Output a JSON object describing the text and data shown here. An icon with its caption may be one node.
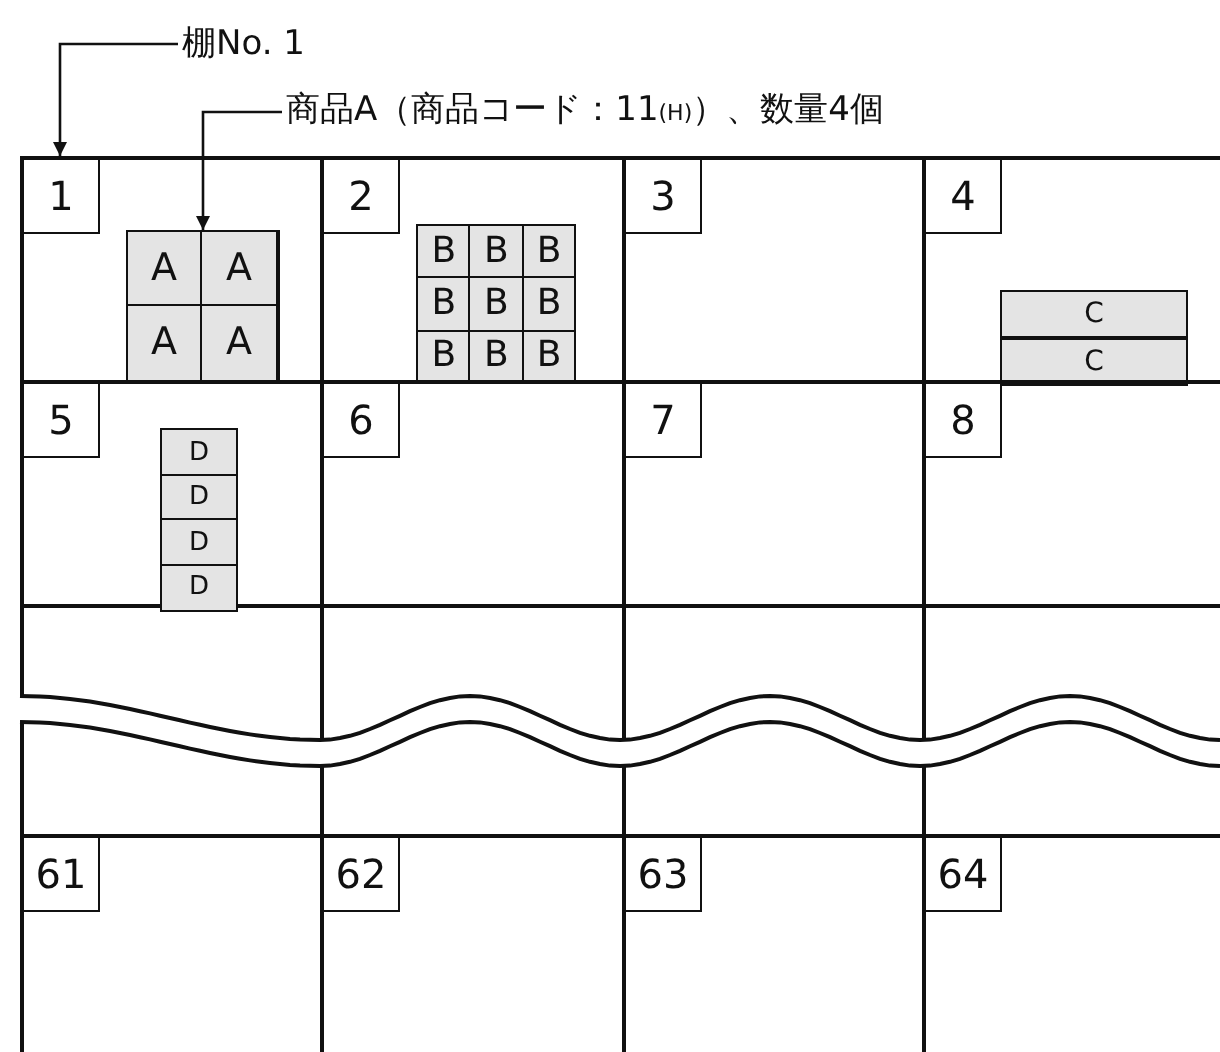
{
  "diagram": {
    "nodes": [
      {
        "text": [
          "棚No. 1"
        ]
      },
      {
        "text": [
          "商品A（商品コード：11$_{(H)}$）、数量4個"
        ]
      },
      {
        "text": [
          "1"
        ]
      },
      {
        "text": [],
        "shape": "box",
        "in": 2
      },
      {
        "text": [
          "A"
        ],
        "in": 3
      },
      {
        "text": [
          "A"
        ],
        "in": 3
      },
      {
        "text": [
          "A"
        ],
        "in": 3
      },
      {
        "text": [
          "A"
        ],
        "in": 3
      },
      {
        "text": [
          "2"
        ]
      },
      {
        "text": [
          "B"
        ],
        "in": 8
      },
      {
        "text": [
          "B"
        ],
        "in": 8
      },
      {
        "text": [
          "B"
        ],
        "in": 8
      },
      {
        "text": [
          "B"
        ],
        "in": 8
      },
      {
        "text": [
          "B"
        ],
        "in": 8
      },
      {
        "text": [
          "B"
        ],
        "in": 8
      },
      {
        "text": [
          "B"
        ],
        "in": 8
      },
      {
        "text": [
          "B"
        ],
        "in": 8
      },
      {
        "text": [
          "B"
        ],
        "in": 8
      },
      {
        "text": [
          "3"
        ]
      },
      {
        "text": [
          "4"
        ]
      },
      {
        "text": [
          "C"
        ],
        "in": 19
      },
      {
        "text": [
          "C"
        ],
        "in": 19
      },
      {
        "text": [
          "5"
        ]
      },
      {
        "text": [
          "D"
        ],
        "in": 22
      },
      {
        "text": [
          "D"
        ],
        "in": 22
      },
      {
        "text": [
          "D"
        ],
        "in": 22
      },
      {
        "text": [
          "D"
        ],
        "in": 22
      },
      {
        "text": [
          "6"
        ]
      },
      {
        "text": [
          "7"
        ]
      },
      {
        "text": [
          "8"
        ]
      },
      {
        "text": [
          "61"
        ]
      },
      {
        "text": [
          "62"
        ]
      },
      {
        "text": [
          "63"
        ]
      },
      {
        "text": [
          "64"
        ]
      }
    ],
    "edges": [
      {
        "from": 0,
        "to": 2,
        "arrow": "to"
      },
      {
        "from": 1,
        "to": 3,
        "arrow": "to"
      }
    ]
  }
}
